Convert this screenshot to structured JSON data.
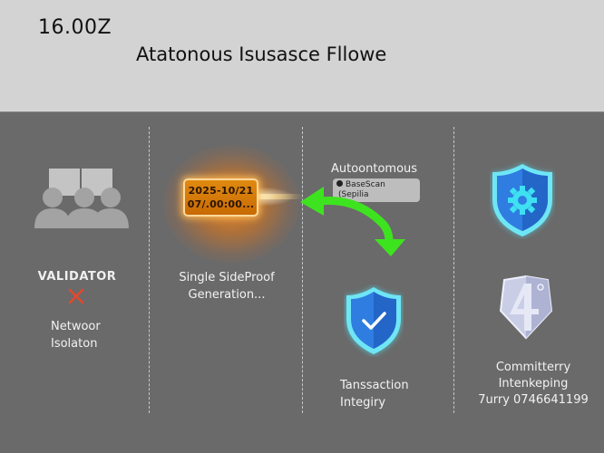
{
  "header": {
    "timestamp": "16.00Z",
    "title": "Atatonous Isusasce Fllowe"
  },
  "colors": {
    "header_bg": "#d3d3d3",
    "canvas_bg": "#6a6a6a",
    "accent_orange": "#e08a10",
    "accent_green": "#3ee31f",
    "accent_blue": "#2f7de0",
    "accent_cyan": "#4fe0f0",
    "error_red": "#e8472c"
  },
  "columns": [
    {
      "icon": "group-users-icon",
      "heading": "VALIDATOR",
      "status_icon": "x-mark-icon",
      "label_lines": [
        "Netwoor",
        "Isolaton"
      ]
    },
    {
      "icon": "glowing-timestamp-box",
      "timestamp_box": {
        "line1": "2025-10/21",
        "line2": "07/.00:00..."
      },
      "label_lines": [
        "Single SideProof",
        "Generation..."
      ]
    },
    {
      "heading": "Autoontomous",
      "chip": {
        "icon": "info-icon",
        "line1": "BaseScan",
        "line2": "(Sepilia"
      },
      "arrow": "curved-double-arrow-icon",
      "icon": "shield-check-icon",
      "label_lines": [
        "Tanssaction",
        "Integiry"
      ]
    },
    {
      "top_icon": "shield-gear-icon",
      "icon": "committee-badge-icon",
      "label_lines": [
        "Committerry",
        "Intenkeping",
        "7urry 0746641199"
      ]
    }
  ]
}
